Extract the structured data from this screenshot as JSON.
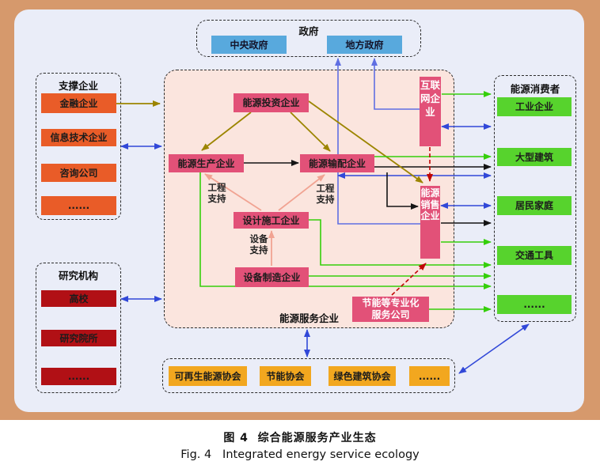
{
  "colors": {
    "outer_background": "#d6996c",
    "panel_background": "#eaedf8",
    "government_node": "#58a9dd",
    "support_node": "#e95c28",
    "research_node": "#b11015",
    "service_area": "#fbe5de",
    "service_node": "#e25178",
    "consumer_node": "#57d32d",
    "association_node": "#f2a71f",
    "arrow_blue": "#3148d8",
    "arrow_blue_light": "#5f6fe2",
    "arrow_green": "#35cf0a",
    "arrow_olive": "#9c8500",
    "arrow_black": "#151515",
    "arrow_salmon": "#f1a392",
    "arrow_red_dashed": "#c00505"
  },
  "government": {
    "label": "政府",
    "items": [
      "中央政府",
      "地方政府"
    ]
  },
  "support": {
    "label": "支撑企业",
    "items": [
      "金融企业",
      "信息技术企业",
      "咨询公司",
      "......"
    ]
  },
  "research": {
    "label": "研究机构",
    "items": [
      "高校",
      "研究院所",
      "......"
    ]
  },
  "service": {
    "label": "能源服务企业",
    "invest": "能源投资企业",
    "produce": "能源生产企业",
    "transmit": "能源输配企业",
    "design": "设计施工企业",
    "equipment": "设备制造企业",
    "internet": "互联网企业",
    "sales": "能源销售企业",
    "specialized": "节能等专业化\n服务公司"
  },
  "consumers": {
    "label": "能源消费者",
    "items": [
      "工业企业",
      "大型建筑",
      "居民家庭",
      "交通工具",
      "......"
    ]
  },
  "associations": {
    "items": [
      "可再生能源协会",
      "节能协会",
      "绿色建筑协会",
      "......"
    ]
  },
  "annotations": {
    "engineering_support_left": "工程\n支持",
    "engineering_support_right": "工程\n支持",
    "equipment_support": "设备\n支持"
  },
  "caption": {
    "zh": "图 4  综合能源服务产业生态",
    "en": "Fig. 4   Integrated energy service ecology"
  }
}
